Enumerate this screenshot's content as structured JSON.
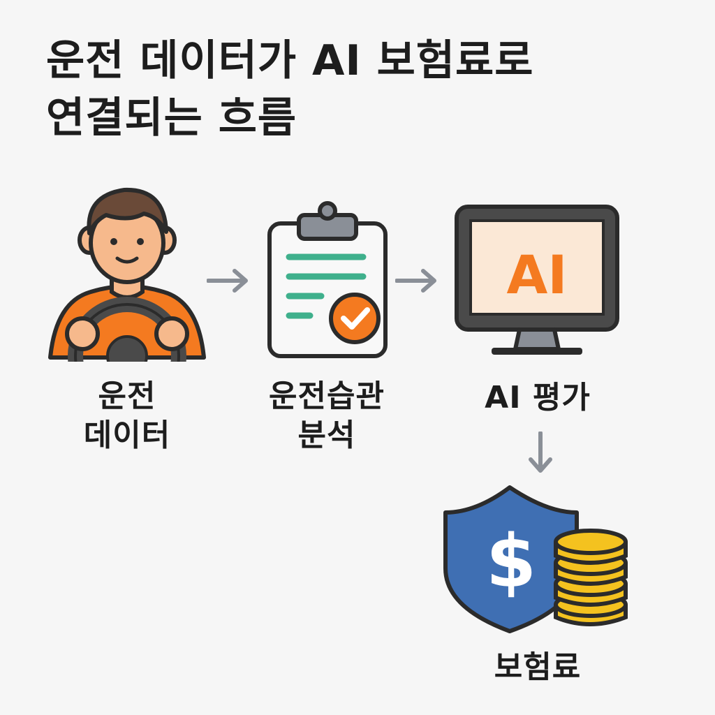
{
  "title": {
    "line1": "운전 데이터가 AI 보험료로",
    "line2": "연결되는 흐름"
  },
  "steps": [
    {
      "line1": "운전",
      "line2": "데이터",
      "icon": "driver-icon"
    },
    {
      "line1": "운전습관",
      "line2": "분석",
      "icon": "clipboard-check-icon"
    },
    {
      "line1": "AI 평가",
      "icon": "ai-monitor-icon",
      "screen_text": "AI"
    },
    {
      "line1": "보험료",
      "icon": "insurance-shield-coins-icon",
      "shield_symbol": "$"
    }
  ],
  "colors": {
    "orange": "#f47a20",
    "green": "#3fb08c",
    "blue": "#3f6fb3",
    "gold": "#f4c21f",
    "arrow": "#8a8f97",
    "outline": "#2b2b2b"
  }
}
